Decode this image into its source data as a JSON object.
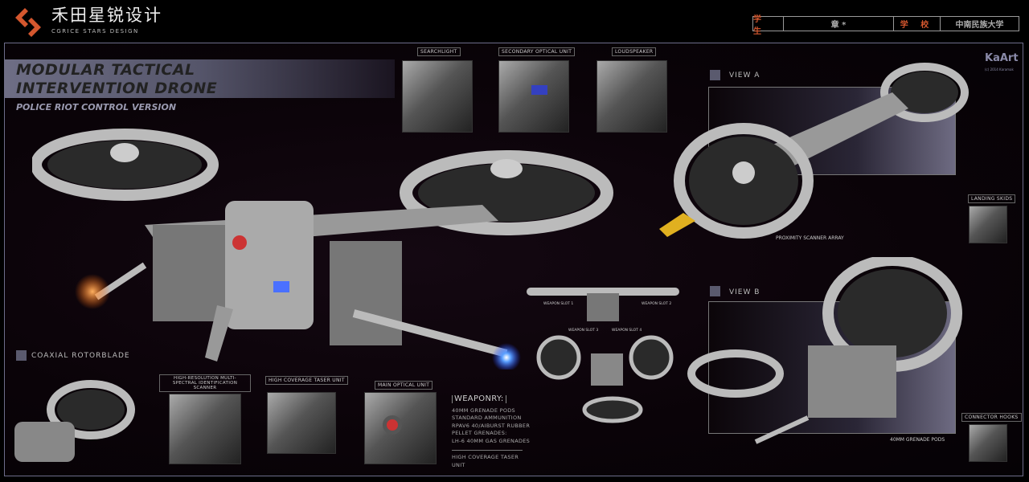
{
  "logo": {
    "cn": "禾田星锐设计",
    "en": "CGRICE  STARS  DESIGN"
  },
  "info": {
    "student_label": "学 生",
    "student_value": "章 *",
    "school_label": "学 校",
    "school_value": "中南民族大学"
  },
  "title": {
    "line1": "MODULAR TACTICAL",
    "line2": "INTERVENTION DRONE",
    "subtitle": "POLICE RIOT CONTROL VERSION"
  },
  "watermark": {
    "text": "KaArt",
    "sub": "(c) 2014 Karamak"
  },
  "details": {
    "searchlight": "SEARCHLIGHT",
    "secondary_optical": "SECONDARY OPTICAL UNIT",
    "loudspeaker": "LOUDSPEAKER",
    "coaxial": "COAXIAL ROTORBLADE",
    "scanner": "HIGH-RESOLUTION MULTI-SPECTRAL IDENTIFICATION SCANNER",
    "taser": "HIGH COVERAGE TASER UNIT",
    "main_optical": "MAIN OPTICAL UNIT",
    "landing_skids": "LANDING SKIDS",
    "proximity": "PROXIMITY SCANNER ARRAY",
    "connector_hooks": "CONNECTOR HOOKS",
    "grenade_pods": "40MM GRENADE PODS"
  },
  "views": {
    "a": "VIEW A",
    "b": "VIEW B"
  },
  "slots": [
    "WEAPON SLOT 1",
    "WEAPON SLOT 2",
    "WEAPON SLOT 3",
    "WEAPON SLOT 4"
  ],
  "weaponry": {
    "heading": "WEAPONRY:",
    "lines": [
      "40MM GRENADE PODS",
      "STANDARD AMMUNITION",
      "RPAV6 40/AIBURST RUBBER",
      "PELLET GRENADES:",
      "LH-6 40MM GAS GRENADES"
    ],
    "footer": "HIGH COVERAGE TASER UNIT"
  }
}
